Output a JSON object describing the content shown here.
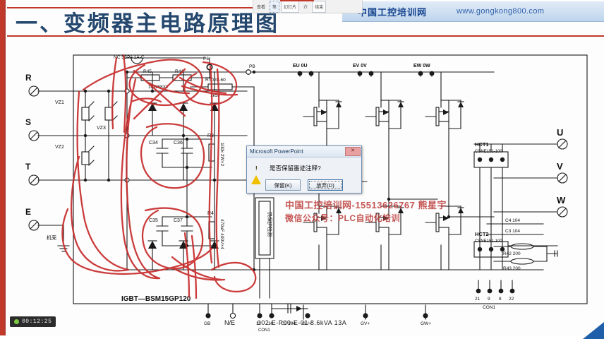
{
  "window": {
    "timestamp": "00:12:25"
  },
  "toolbar": {
    "items": [
      {
        "name": "toolbar-item-view",
        "label": "查看"
      },
      {
        "name": "toolbar-item-pen",
        "label": "笔"
      },
      {
        "name": "toolbar-item-slide",
        "label": "幻灯片"
      },
      {
        "name": "toolbar-item-home",
        "label": "介"
      },
      {
        "name": "toolbar-item-end",
        "label": "结束"
      }
    ]
  },
  "banner": {
    "title": "中国工控培训网",
    "url": "www.gongkong800.com"
  },
  "slide": {
    "title": "一、变频器主电路原理图",
    "caption": "002-E-P00-E-01  8.6kVA  13A"
  },
  "watermark": {
    "line1": "中国工控培训网-15513626767 熊星宇",
    "line2": "微信公众号：PLC自动化培训"
  },
  "dialog": {
    "title": "Microsoft PowerPoint",
    "close_label": "✕",
    "message": "是否保留墨迹注释?",
    "keep_button": "保留(K)",
    "discard_button": "放弃(D)"
  },
  "schematic": {
    "input_terminals": [
      "R",
      "S",
      "T",
      "E"
    ],
    "output_terminals": [
      "U",
      "V",
      "W"
    ],
    "varistors": [
      "VZ1",
      "VZ2",
      "VZ3"
    ],
    "ground_label": "机壳",
    "top_components": {
      "nc_fuse": "NC 5SPA 1A-C",
      "p6": "P6",
      "r45": "R45",
      "r44": "R44",
      "r_spec": "10W68X2",
      "rt": "RT028-60",
      "rt_spec": "1k5J",
      "pb": "PB"
    },
    "encoder_terminals": [
      "EU 0U",
      "EV 0V",
      "EW 0W"
    ],
    "caps_upper": [
      "C34",
      "C36"
    ],
    "caps_lower": [
      "C35",
      "C37"
    ],
    "res_upper": "R3",
    "res_upper_spec": "100k 2W×2",
    "res_lower": "R4",
    "res_lower_spec": "470uF 400V×4",
    "thermal_box": "热保护检测",
    "igbt_label": "IGBT—BSM15GP120",
    "bottom_terminals": [
      "GB",
      "N/E"
    ],
    "con1_pins": [
      "11",
      "10"
    ],
    "con1_label": "CON1",
    "c2": "C2  104",
    "gate_labels": [
      "GU+",
      "GV+",
      "GW+"
    ],
    "hct1": "HCT1",
    "hct1_spec": "CSNE151-100",
    "hct2": "HCT2",
    "hct2_spec": "CSNE151-100",
    "c4": "C4  104",
    "c3": "C3  104",
    "r42": "R42  200",
    "r43": "R43  200",
    "con1_right_pins": [
      "21",
      "9",
      "8",
      "22"
    ],
    "con1_right_label": "CON1"
  },
  "colors": {
    "accent_red": "#c0392b",
    "title_blue": "#24476e",
    "banner_blue": "#12418c",
    "ink_red": "#c62828"
  }
}
